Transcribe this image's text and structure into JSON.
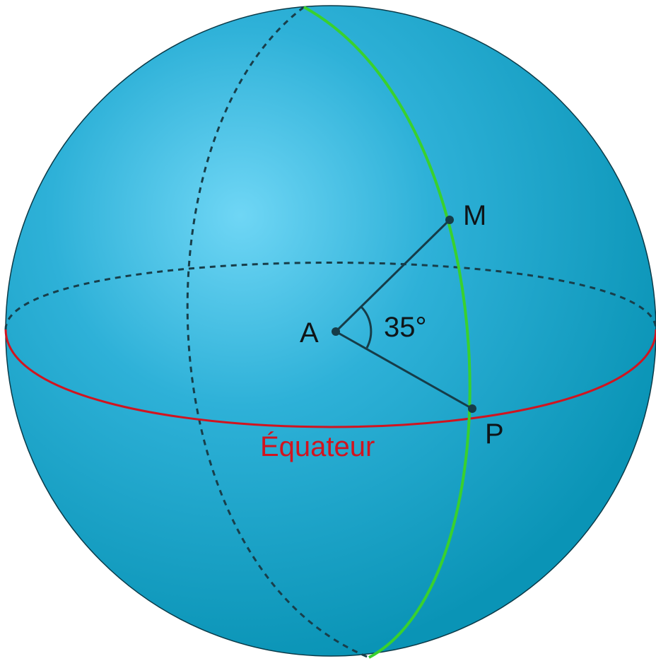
{
  "points": {
    "center": "A",
    "surface_point": "M",
    "equator_point": "P"
  },
  "angle": {
    "label": "35°",
    "degrees": 35
  },
  "equator": {
    "label": "Équateur"
  },
  "colors": {
    "sphere_light": "#6fd6f5",
    "sphere_mid": "#2eb1d8",
    "sphere_dark": "#0a94b6",
    "sphere_outline": "#0b3a48",
    "equator": "#d1141f",
    "meridian": "#39d12e",
    "hidden_lines": "#183e4a",
    "segments": "#163c48",
    "label_text": "#0f1518"
  }
}
